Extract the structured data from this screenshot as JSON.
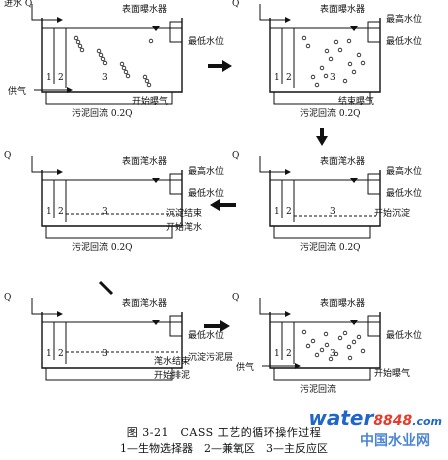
{
  "panels": [
    {
      "id": "p1",
      "labels": {
        "inflow": "进水 Q",
        "aerator": "表面曝水器",
        "low_level": "最低水位",
        "air": "供气",
        "sludge_return": "污泥回流 0.2Q",
        "status": "开始曝气"
      },
      "zones": [
        "1",
        "2",
        "3"
      ]
    },
    {
      "id": "p2",
      "labels": {
        "inflow": "Q",
        "aerator": "表面曝水器",
        "high_level": "最高水位",
        "low_level": "最低水位",
        "sludge_return": "污泥回流 0.2Q",
        "status": "结束曝气"
      },
      "zones": [
        "1",
        "2",
        "3"
      ]
    },
    {
      "id": "p3",
      "labels": {
        "inflow": "Q",
        "aerator": "表面滗水器",
        "high_level": "最高水位",
        "low_level": "最低水位",
        "sludge_return": "污泥回流 0.2Q",
        "status_top": "沉淀结束",
        "status_bottom": "开始滗水"
      },
      "zones": [
        "1",
        "2",
        "3"
      ]
    },
    {
      "id": "p4",
      "labels": {
        "inflow": "Q",
        "aerator": "表面滗水器",
        "high_level": "最高水位",
        "low_level": "最低水位",
        "sludge_return": "污泥回流 0.2Q",
        "status": "开始沉淀"
      },
      "zones": [
        "1",
        "2",
        "3"
      ]
    },
    {
      "id": "p5",
      "labels": {
        "inflow": "Q",
        "aerator": "表面滗水器",
        "low_level": "最低水位",
        "sediment": "沉淀污泥层",
        "status_top": "滗水结束",
        "status_bottom": "开始排泥"
      },
      "zones": [
        "1",
        "2",
        "3"
      ]
    },
    {
      "id": "p6",
      "labels": {
        "inflow": "Q",
        "aerator": "表面曝水器",
        "low_level": "最低水位",
        "air": "供气",
        "sludge_return": "污泥回流",
        "status": "开始曝气"
      },
      "zones": [
        "1",
        "2",
        "3"
      ]
    }
  ],
  "caption": {
    "title": "图 3-21　CASS 工艺的循环操作过程",
    "legend": "1—生物选择器　2—兼氧区　3—主反应区"
  },
  "watermark": {
    "brand": "water",
    "number": "8848",
    "suffix": ".com",
    "cn": "中国水业网"
  }
}
